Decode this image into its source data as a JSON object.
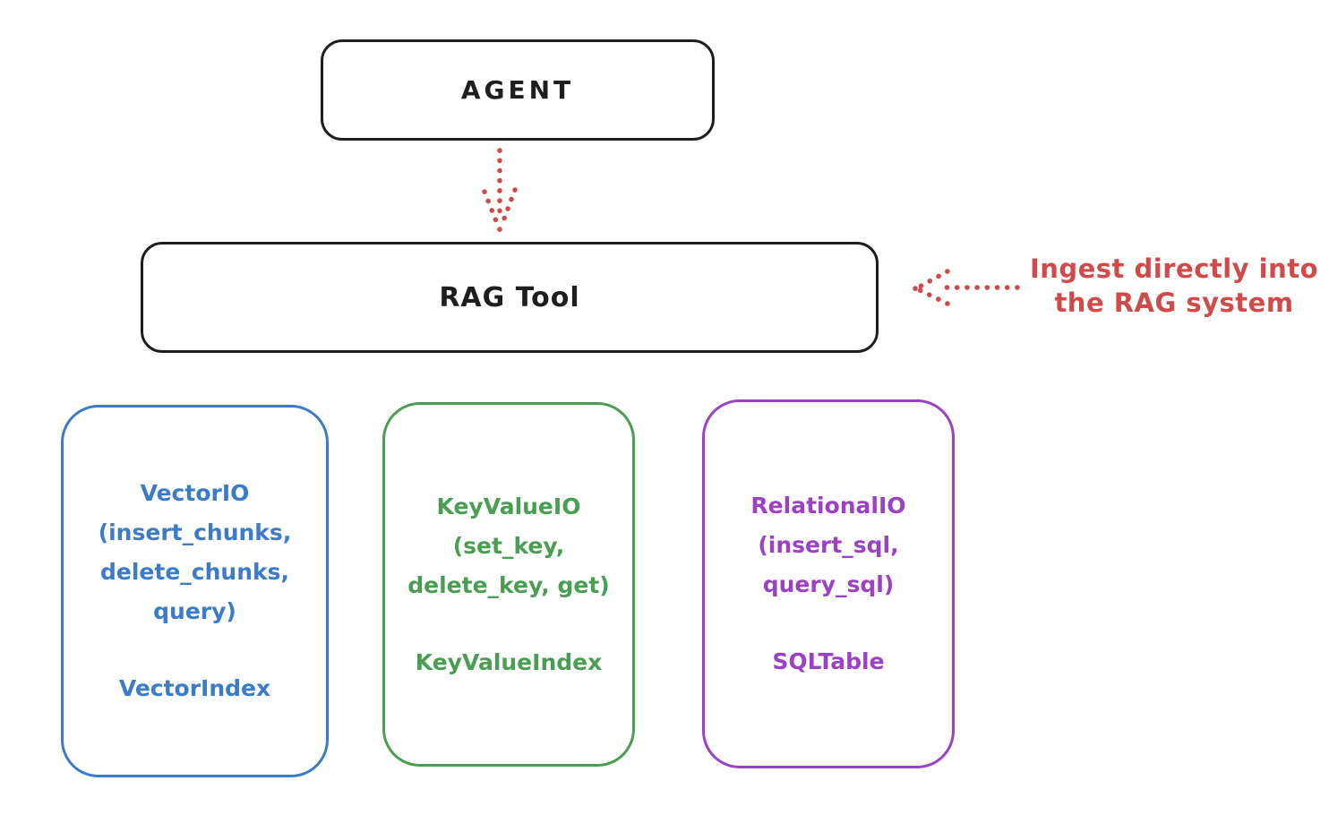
{
  "diagram": {
    "agent": {
      "label": "AGENT"
    },
    "rag_tool": {
      "label": "RAG Tool"
    },
    "annotation": {
      "text": "Ingest directly into\nthe RAG system"
    },
    "nodes": {
      "vector": {
        "color": "#3b7bc8",
        "methods": "VectorIO\n(insert_chunks,\ndelete_chunks,\nquery)",
        "index": "VectorIndex"
      },
      "keyvalue": {
        "color": "#4a9e52",
        "methods": "KeyValueIO\n(set_key,\ndelete_key, get)",
        "index": "KeyValueIndex"
      },
      "relational": {
        "color": "#9c41c4",
        "methods": "RelationalIO\n(insert_sql,\nquery_sql)",
        "index": "SQLTable"
      }
    },
    "arrows": {
      "agent_to_rag": "dotted-down-arrow",
      "ingest_to_rag": "dotted-left-arrow"
    },
    "colors": {
      "stroke": "#1e1e1e",
      "red": "#d14a4a",
      "background": "#ffffff"
    }
  }
}
